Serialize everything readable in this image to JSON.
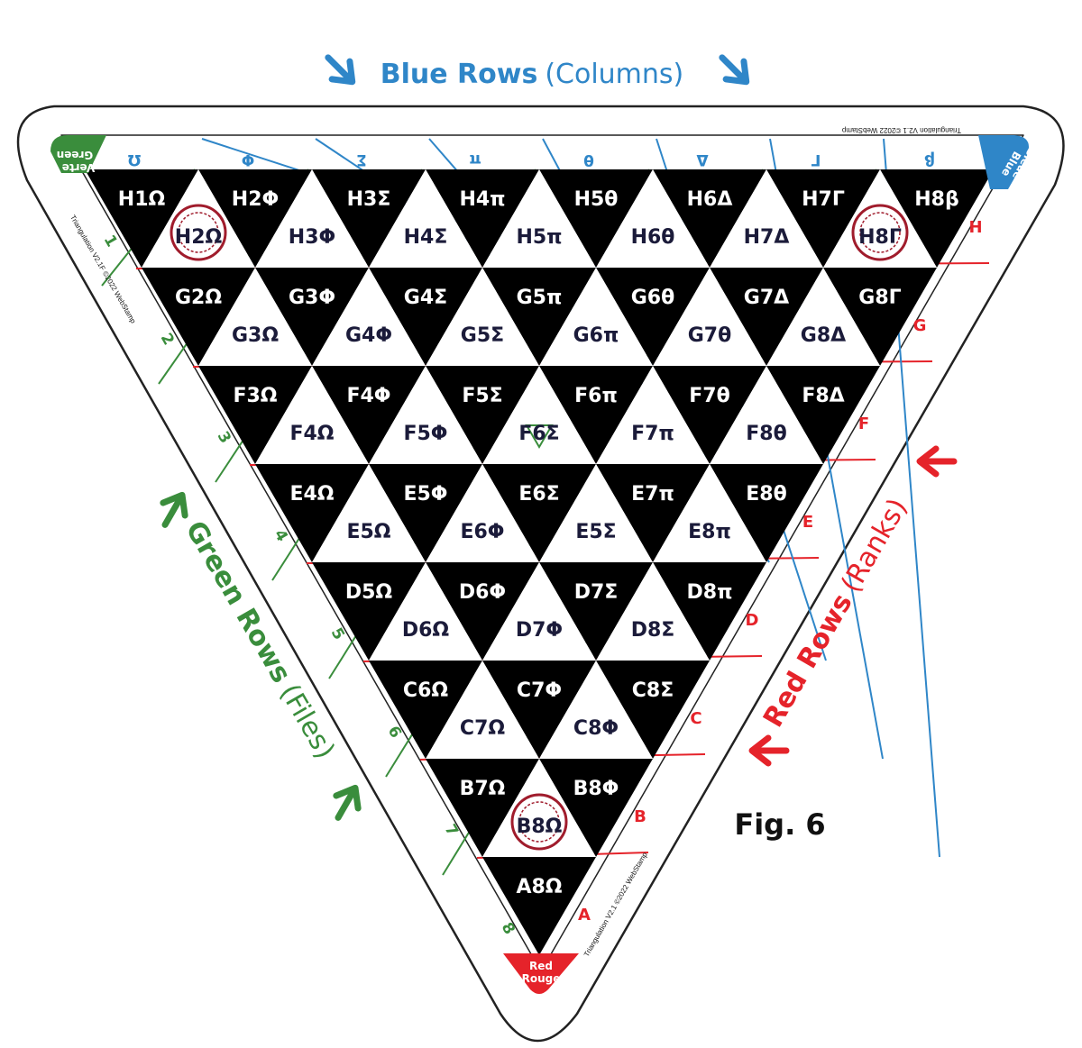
{
  "titles": {
    "blue_bold": "Blue Rows",
    "blue_paren": "(Columns)",
    "green_bold": "Green Rows",
    "green_paren": "(Files)",
    "red_bold": "Red Rows",
    "red_paren": "(Ranks)"
  },
  "fig_label": "Fig. 6",
  "corners": {
    "green": [
      "Green",
      "Verte"
    ],
    "blue": [
      "Blue",
      "Bleue"
    ],
    "red": [
      "Red",
      "Rouge"
    ]
  },
  "copyright": {
    "top": "Triangulation V2.1 ©2022 WebStamp",
    "left": "Triangulation V2.1F ©2022 WebStamp",
    "right": "Triangulation V2.1 ©2022 WebStamp"
  },
  "blue_symbols": [
    "Ω",
    "Φ",
    "Σ",
    "π",
    "θ",
    "Δ",
    "Γ",
    "β"
  ],
  "green_numbers": [
    "1",
    "2",
    "3",
    "4",
    "5",
    "6",
    "7",
    "8"
  ],
  "red_letters": [
    "H",
    "G",
    "F",
    "E",
    "D",
    "C",
    "B",
    "A"
  ],
  "rows": [
    {
      "up": [
        "H1Ω",
        "H2Φ",
        "H3Σ",
        "H4π",
        "H5θ",
        "H6Δ",
        "H7Γ",
        "H8β"
      ],
      "down": [
        "H2Ω",
        "H3Φ",
        "H4Σ",
        "H5π",
        "H6θ",
        "H7Δ",
        "H8Γ"
      ]
    },
    {
      "up": [
        "G2Ω",
        "G3Φ",
        "G4Σ",
        "G5π",
        "G6θ",
        "G7Δ",
        "G8Γ"
      ],
      "down": [
        "G3Ω",
        "G4Φ",
        "G5Σ",
        "G6π",
        "G7θ",
        "G8Δ"
      ]
    },
    {
      "up": [
        "F3Ω",
        "F4Φ",
        "F5Σ",
        "F6π",
        "F7θ",
        "F8Δ"
      ],
      "down": [
        "F4Ω",
        "F5Φ",
        "F6Σ",
        "F7π",
        "F8θ"
      ]
    },
    {
      "up": [
        "E4Ω",
        "E5Φ",
        "E6Σ",
        "E7π",
        "E8θ"
      ],
      "down": [
        "E5Ω",
        "E6Φ",
        "E5Σ",
        "E8π"
      ]
    },
    {
      "up": [
        "D5Ω",
        "D6Φ",
        "D7Σ",
        "D8π"
      ],
      "down": [
        "D6Ω",
        "D7Φ",
        "D8Σ"
      ]
    },
    {
      "up": [
        "C6Ω",
        "C7Φ",
        "C8Σ"
      ],
      "down": [
        "C7Ω",
        "C8Φ"
      ]
    },
    {
      "up": [
        "B7Ω",
        "B8Φ"
      ],
      "down": [
        "B8Ω"
      ]
    },
    {
      "up": [
        "A8Ω"
      ],
      "down": []
    }
  ],
  "stamped_cells": [
    "H2Ω",
    "H8Γ",
    "B8Ω"
  ],
  "marked_cell": "F6Σ",
  "colors": {
    "blue": "#2f86c8",
    "green": "#3a8d3c",
    "red": "#e5232a",
    "black": "#000000",
    "stamp": "#a01c2c",
    "navy_text": "#1b1b3a"
  }
}
